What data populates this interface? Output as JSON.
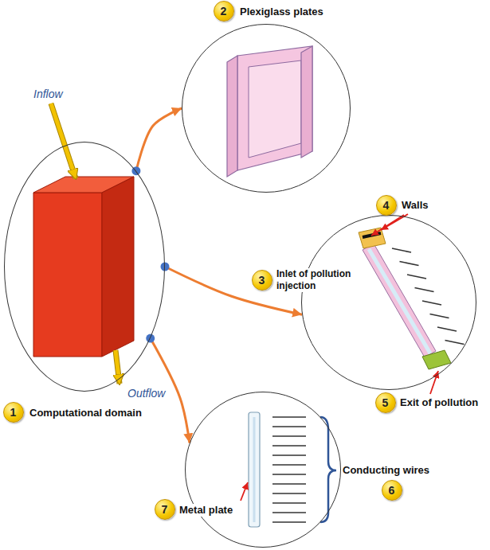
{
  "diagram": {
    "nodes": [
      {
        "text": [
          "Computational domain"
        ]
      },
      {
        "text": [
          "Plexiglass plates"
        ]
      },
      {
        "text": [
          "Inlet of pollution injection"
        ]
      },
      {
        "text": [
          "Metal plate"
        ]
      },
      {
        "text": [
          "1"
        ]
      },
      {
        "text": [
          "2"
        ]
      },
      {
        "text": [
          "3"
        ]
      },
      {
        "text": [
          "4"
        ]
      },
      {
        "text": [
          "5"
        ]
      },
      {
        "text": [
          "6"
        ]
      },
      {
        "text": [
          "7"
        ]
      }
    ],
    "edges": [
      {
        "from": 0,
        "to": 1,
        "arrow": "to"
      },
      {
        "from": 0,
        "to": 2,
        "arrow": "to"
      },
      {
        "from": 0,
        "to": 3,
        "arrow": "to"
      }
    ],
    "labels": [
      "Inflow",
      "Outflow",
      "Walls",
      "Exit of pollution",
      "Conducting wires"
    ]
  }
}
